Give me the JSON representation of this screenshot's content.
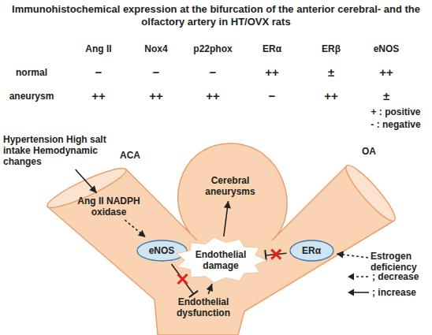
{
  "diagram": {
    "title": "Immunohistochemical expression at the bifurcation of the anterior cerebral- and the olfactory artery in HT/OVX rats",
    "nodes": [
      {
        "text": [
          "Hypertension High salt intake Hemodynamic changes"
        ]
      },
      {
        "text": [
          "Ang II NADPH oxidase"
        ]
      },
      {
        "text": [
          "eNOS"
        ]
      },
      {
        "text": [
          "Cerebral aneurysms"
        ]
      },
      {
        "text": [
          "Endothelial damage"
        ]
      },
      {
        "text": [
          "Endothelial dysfunction"
        ]
      },
      {
        "text": [
          "ERα"
        ]
      },
      {
        "text": [
          "Estrogen deficiency"
        ]
      }
    ],
    "edges": [
      {
        "from": 0,
        "to": 1,
        "arrow": "to"
      },
      {
        "from": 1,
        "to": 2,
        "arrow": "to"
      },
      {
        "from": 2,
        "to": 5,
        "arrow": "to"
      },
      {
        "from": 5,
        "to": 4,
        "arrow": "to"
      },
      {
        "from": 4,
        "to": 3,
        "arrow": "to"
      },
      {
        "from": 6,
        "to": 4,
        "arrow": "to"
      },
      {
        "from": 7,
        "to": 6,
        "arrow": "to"
      }
    ],
    "labels": [
      "ACA",
      "OA",
      "Ang II",
      "Nox4",
      "p22phox",
      "ERα",
      "ERβ",
      "eNOS",
      "normal",
      "−",
      "−",
      "−",
      "++",
      "±",
      "++",
      "aneurysm",
      "++",
      "++",
      "++",
      "−",
      "++",
      "±",
      "+ : positive",
      "- : negative"
    ],
    "legend": [
      {
        "text": "; decrease"
      },
      {
        "text": "; increase"
      }
    ]
  }
}
